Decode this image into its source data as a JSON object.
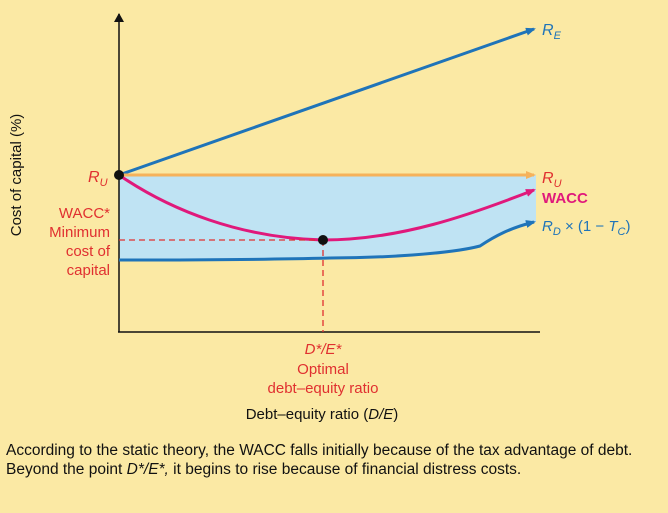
{
  "chart_data": {
    "type": "line",
    "xlabel": {
      "prefix": "Debt–equity ratio (",
      "var": "D/E",
      "suffix": ")"
    },
    "ylabel": "Cost of capital (%)",
    "curves": {
      "re": {
        "sym": "R",
        "sub": "E"
      },
      "ru": {
        "sym": "R",
        "sub": "U"
      },
      "wacc": {
        "label": "WACC"
      },
      "rd": {
        "sym": "R",
        "sub": "D",
        "mid": " × (1 − ",
        "sym2": "T",
        "sub2": "C",
        "end": ")"
      }
    },
    "left_ru": {
      "sym": "R",
      "sub": "U"
    },
    "wacc_min_lines": [
      "WACC*",
      "Minimum",
      "cost of",
      "capital"
    ],
    "optimal_lines": [
      "D*/E*",
      "Optimal",
      "debt–equity ratio"
    ],
    "colors": {
      "background": "#fbe9a4",
      "re": "#1f74b9",
      "ru": "#f6b25a",
      "wacc": "#e0197b",
      "rd": "#1f74b9",
      "band": "#bfe3f3",
      "label_red": "#e03030",
      "label_blue": "#1f74b9",
      "point": "#111111"
    }
  },
  "caption": {
    "part1": "According to the static theory, the WACC falls initially because of the tax advantage of debt. Beyond the point ",
    "em": "D*/E*,",
    "part2": " it begins to rise because of financial distress costs."
  }
}
